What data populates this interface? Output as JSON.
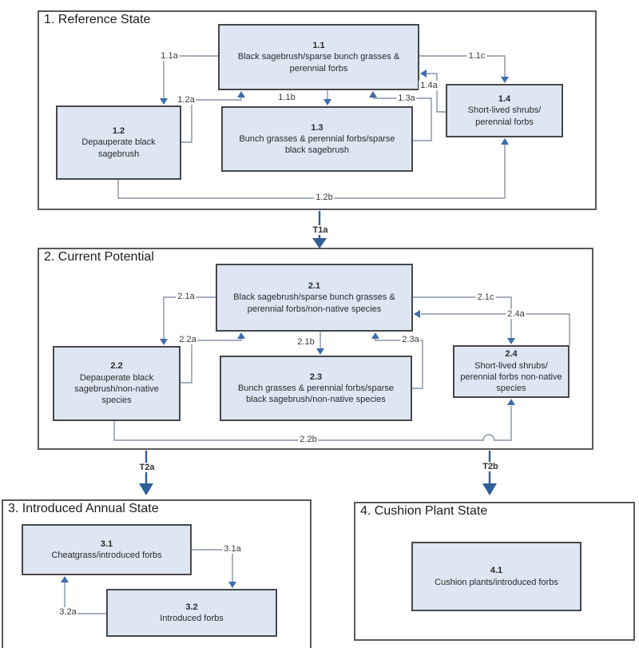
{
  "sections": {
    "s1": {
      "title": "1. Reference State"
    },
    "s2": {
      "title": "2. Current Potential"
    },
    "s3": {
      "title": "3. Introduced Annual State"
    },
    "s4": {
      "title": "4. Cushion Plant State"
    }
  },
  "boxes": {
    "b11": {
      "num": "1.1",
      "name": "Black sagebrush/sparse bunch grasses &\nperennial forbs"
    },
    "b12": {
      "num": "1.2",
      "name": "Depauperate black\nsagebrush"
    },
    "b13": {
      "num": "1.3",
      "name": "Bunch grasses & perennial forbs/sparse\nblack sagebrush"
    },
    "b14": {
      "num": "1.4",
      "name": "Short-lived shrubs/\nperennial forbs"
    },
    "b21": {
      "num": "2.1",
      "name": "Black sagebrush/sparse bunch grasses &\nperennial forbs/non-native species"
    },
    "b22": {
      "num": "2.2",
      "name": "Depauperate black\nsagebrush/non-native\nspecies"
    },
    "b23": {
      "num": "2.3",
      "name": "Bunch grasses & perennial forbs/sparse\nblack sagebrush/non-native species"
    },
    "b24": {
      "num": "2.4",
      "name": "Short-lived shrubs/\nperennial forbs non-native\nspecies"
    },
    "b31": {
      "num": "3.1",
      "name": "Cheatgrass/introduced forbs"
    },
    "b32": {
      "num": "3.2",
      "name": "Introduced forbs"
    },
    "b41": {
      "num": "4.1",
      "name": "Cushion plants/introduced forbs"
    }
  },
  "pathways": {
    "p11a": "1.1a",
    "p12a": "1.2a",
    "p11b": "1.1b",
    "p13a": "1.3a",
    "p14a": "1.4a",
    "p11c": "1.1c",
    "p12b": "1.2b",
    "p21a": "2.1a",
    "p22a": "2.2a",
    "p21b": "2.1b",
    "p23a": "2.3a",
    "p24a": "2.4a",
    "p21c": "2.1c",
    "p22b": "2.2b",
    "p31a": "3.1a",
    "p32a": "3.2a"
  },
  "transitions": {
    "t1a": "T1a",
    "t2a": "T2a",
    "t2b": "T2b"
  },
  "colors": {
    "box_fill": "#dde6f2",
    "box_border": "#47484a",
    "section_border": "#58595b",
    "connector_line": "#8794a8",
    "arrowhead": "#3f6cab",
    "transition_arrow": "#2e5e99"
  }
}
